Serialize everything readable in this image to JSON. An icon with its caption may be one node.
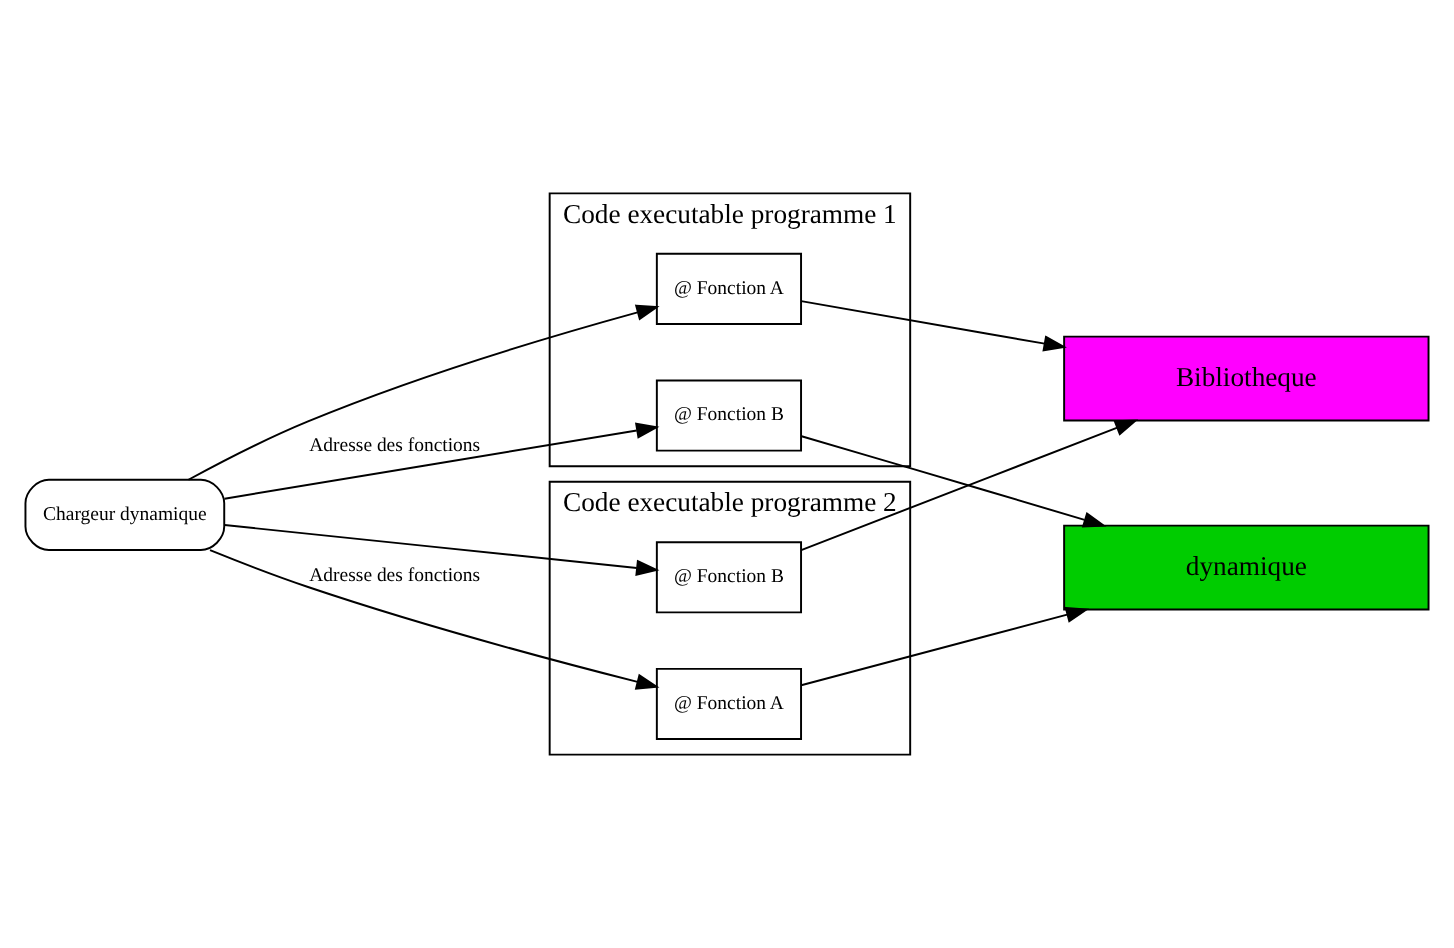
{
  "diagram": {
    "nodes": [
      {
        "text": [
          "Code executable programme 1"
        ]
      },
      {
        "text": [
          "@ Fonction A"
        ],
        "in": 0
      },
      {
        "text": [
          "@ Fonction B"
        ],
        "in": 0
      },
      {
        "text": [
          "Chargeur dynamique"
        ]
      },
      {
        "text": [
          "Bibliotheque"
        ]
      },
      {
        "text": [
          "dynamique"
        ]
      },
      {
        "text": [
          "Code executable programme 2"
        ]
      },
      {
        "text": [
          "@ Fonction A"
        ],
        "in": 6
      },
      {
        "text": [
          "@ Fonction B"
        ],
        "in": 6
      }
    ],
    "edges": [
      {
        "from": 3,
        "to": 1,
        "arrow": "to"
      },
      {
        "from": 3,
        "to": 2,
        "arrow": "to",
        "label": "Adresse des fonctions"
      },
      {
        "from": 3,
        "to": 7,
        "arrow": "to",
        "label": "Adresse des fonctions"
      },
      {
        "from": 3,
        "to": 8,
        "arrow": "to"
      },
      {
        "from": 1,
        "to": 4,
        "arrow": "to"
      },
      {
        "from": 2,
        "to": 5,
        "arrow": "to"
      },
      {
        "from": 8,
        "to": 4,
        "arrow": "to"
      },
      {
        "from": 7,
        "to": 5,
        "arrow": "to"
      }
    ]
  }
}
